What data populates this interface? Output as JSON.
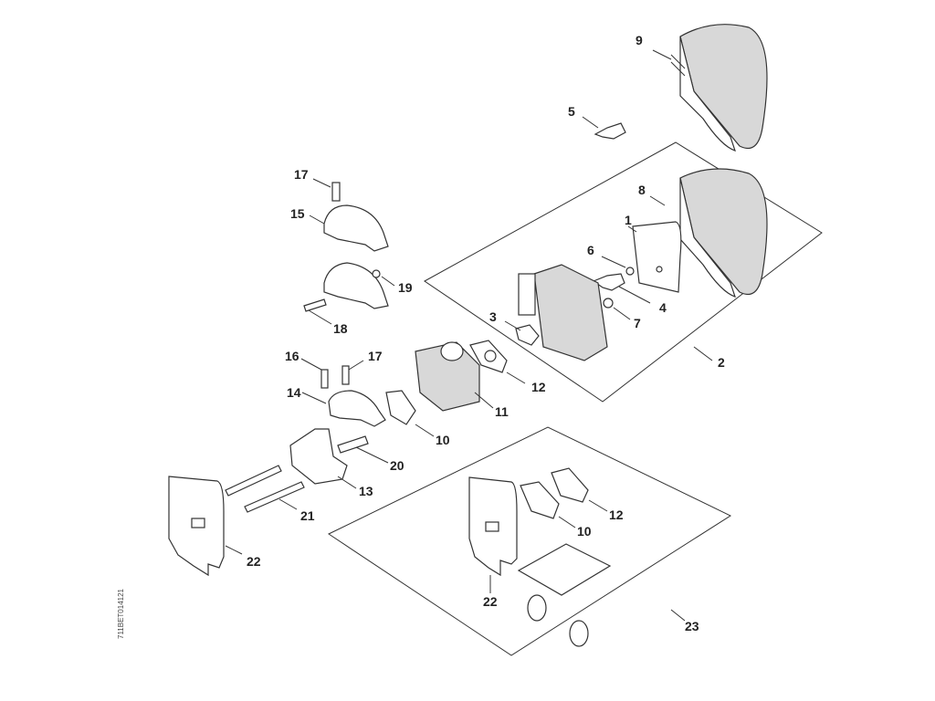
{
  "diagram": {
    "type": "exploded-parts-diagram",
    "subject": "carburetor and air filter assembly",
    "callouts": [
      {
        "id": "c1",
        "label": "1"
      },
      {
        "id": "c2",
        "label": "2"
      },
      {
        "id": "c3",
        "label": "3"
      },
      {
        "id": "c4",
        "label": "4"
      },
      {
        "id": "c5",
        "label": "5"
      },
      {
        "id": "c6",
        "label": "6"
      },
      {
        "id": "c7",
        "label": "7"
      },
      {
        "id": "c8",
        "label": "8"
      },
      {
        "id": "c9",
        "label": "9"
      },
      {
        "id": "c10a",
        "label": "10"
      },
      {
        "id": "c10b",
        "label": "10"
      },
      {
        "id": "c11",
        "label": "11"
      },
      {
        "id": "c12a",
        "label": "12"
      },
      {
        "id": "c12b",
        "label": "12"
      },
      {
        "id": "c13",
        "label": "13"
      },
      {
        "id": "c14",
        "label": "14"
      },
      {
        "id": "c15",
        "label": "15"
      },
      {
        "id": "c16",
        "label": "16"
      },
      {
        "id": "c17a",
        "label": "17"
      },
      {
        "id": "c17b",
        "label": "17"
      },
      {
        "id": "c18",
        "label": "18"
      },
      {
        "id": "c19",
        "label": "19"
      },
      {
        "id": "c20",
        "label": "20"
      },
      {
        "id": "c21",
        "label": "21"
      },
      {
        "id": "c22a",
        "label": "22"
      },
      {
        "id": "c22b",
        "label": "22"
      },
      {
        "id": "c23",
        "label": "23"
      }
    ],
    "kits": [
      {
        "label": "2",
        "contains": [
          "1",
          "3",
          "4",
          "6",
          "7",
          "8"
        ]
      },
      {
        "label": "23",
        "contains": [
          "10",
          "12",
          "22"
        ]
      }
    ],
    "drawing_code": "711BET014121"
  }
}
